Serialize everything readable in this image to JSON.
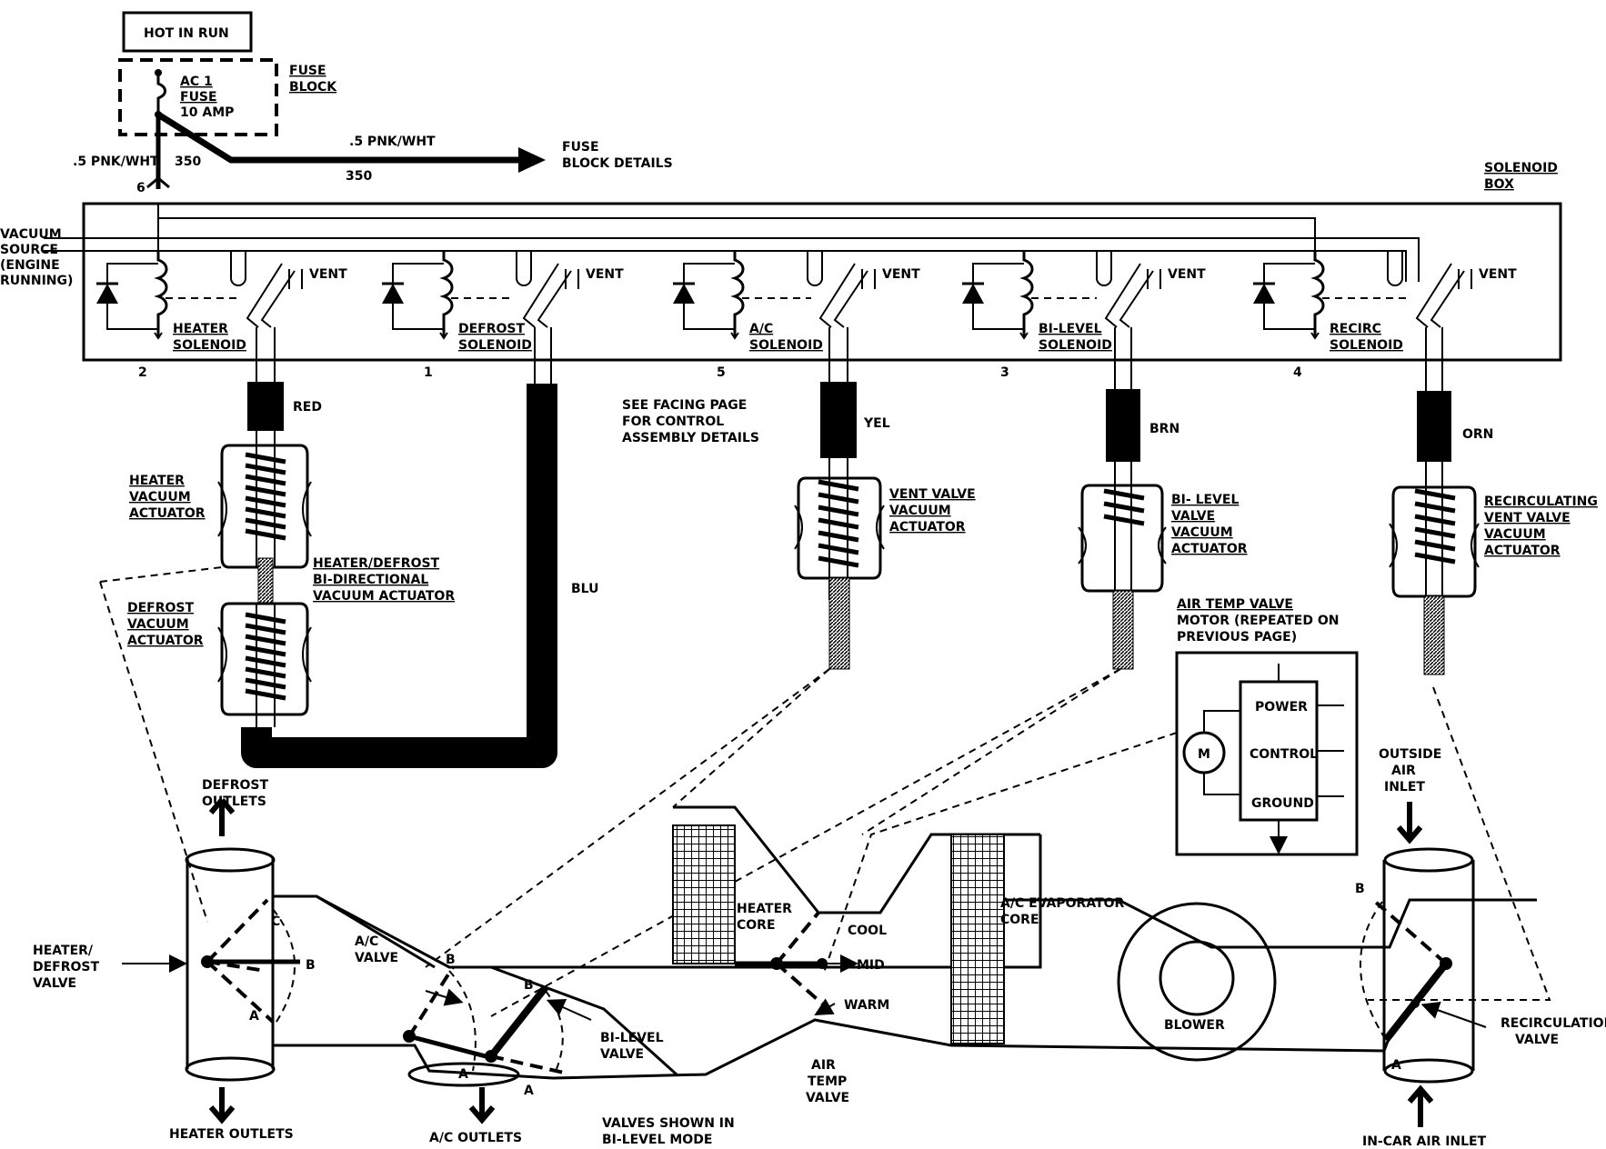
{
  "fuse": {
    "hot_in_run": "HOT IN RUN",
    "fuse_label_1": "AC 1",
    "fuse_label_2": "FUSE",
    "fuse_label_3": "10 AMP",
    "fuse_block_1": "FUSE",
    "fuse_block_2": "BLOCK",
    "wire_left": ".5 PNK/WHT",
    "circuit_left": "350",
    "wire_right": ".5 PNK/WHT",
    "circuit_right": "350",
    "details_1": "FUSE",
    "details_2": "BLOCK DETAILS",
    "pin_6": "6"
  },
  "solenoid_box": {
    "title_1": "SOLENOID",
    "title_2": "BOX",
    "vacuum_1": "VACUUM",
    "vacuum_2": "SOURCE",
    "vacuum_3": "(ENGINE",
    "vacuum_4": "RUNNING)",
    "solenoids": [
      {
        "name_1": "HEATER",
        "name_2": "SOLENOID",
        "pin": "2",
        "vent": "VENT"
      },
      {
        "name_1": "DEFROST",
        "name_2": "SOLENOID",
        "pin": "1",
        "vent": "VENT"
      },
      {
        "name_1": "A/C",
        "name_2": "SOLENOID",
        "pin": "5",
        "vent": "VENT"
      },
      {
        "name_1": "BI-LEVEL",
        "name_2": "SOLENOID",
        "pin": "3",
        "vent": "VENT"
      },
      {
        "name_1": "RECIRC",
        "name_2": "SOLENOID",
        "pin": "4",
        "vent": "VENT"
      }
    ]
  },
  "hoses": {
    "red": "RED",
    "blu": "BLU",
    "yel": "YEL",
    "brn": "BRN",
    "orn": "ORN"
  },
  "notes": {
    "facing_1": "SEE FACING PAGE",
    "facing_2": "FOR CONTROL",
    "facing_3": "ASSEMBLY DETAILS",
    "valves_mode_1": "VALVES SHOWN IN",
    "valves_mode_2": "BI-LEVEL MODE"
  },
  "actuators": {
    "heater_1": "HEATER",
    "heater_2": "VACUUM",
    "heater_3": "ACTUATOR",
    "bidir_1": "HEATER/DEFROST",
    "bidir_2": "BI-DIRECTIONAL",
    "bidir_3": "VACUUM ACTUATOR",
    "defrost_1": "DEFROST",
    "defrost_2": "VACUUM",
    "defrost_3": "ACTUATOR",
    "vent_1": "VENT VALVE",
    "vent_2": "VACUUM",
    "vent_3": "ACTUATOR",
    "bilevel_1": "BI- LEVEL",
    "bilevel_2": "VALVE",
    "bilevel_3": "VACUUM",
    "bilevel_4": "ACTUATOR",
    "recirc_1": "RECIRCULATING",
    "recirc_2": "VENT VALVE",
    "recirc_3": "VACUUM",
    "recirc_4": "ACTUATOR"
  },
  "motor": {
    "title_1": "AIR TEMP VALVE",
    "title_2": "MOTOR (REPEATED ON",
    "title_3": "PREVIOUS PAGE)",
    "m": "M",
    "power": "POWER",
    "control": "CONTROL",
    "ground": "GROUND"
  },
  "airflow": {
    "defrost_outlets_1": "DEFROST",
    "defrost_outlets_2": "OUTLETS",
    "heater_defrost_valve_1": "HEATER/",
    "heater_defrost_valve_2": "DEFROST",
    "heater_defrost_valve_3": "VALVE",
    "heater_outlets": "HEATER OUTLETS",
    "ac_valve_1": "A/C",
    "ac_valve_2": "VALVE",
    "ac_outlets": "A/C OUTLETS",
    "bilevel_valve_1": "BI-LEVEL",
    "bilevel_valve_2": "VALVE",
    "heater_core_1": "HEATER",
    "heater_core_2": "CORE",
    "cool": "COOL",
    "mid": "MID",
    "warm": "WARM",
    "air_temp_1": "AIR",
    "air_temp_2": "TEMP",
    "air_temp_3": "VALVE",
    "evap_1": "A/C EVAPORATOR",
    "evap_2": "CORE",
    "blower": "BLOWER",
    "outside_1": "OUTSIDE",
    "outside_2": "AIR",
    "outside_3": "INLET",
    "recirc_valve_1": "RECIRCULATION",
    "recirc_valve_2": "VALVE",
    "incar": "IN-CAR AIR INLET",
    "pos_a": "A",
    "pos_b": "B",
    "pos_c": "C"
  }
}
